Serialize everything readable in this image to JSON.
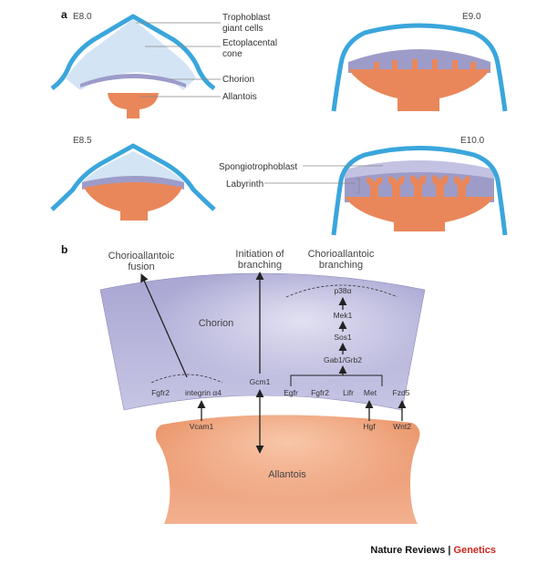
{
  "panel_a": {
    "letter": "a",
    "stages": {
      "e80": "E8.0",
      "e85": "E8.5",
      "e90": "E9.0",
      "e100": "E10.0"
    },
    "labels": {
      "trophoblast_1": "Trophoblast",
      "trophoblast_2": "giant cells",
      "ectoplacental_1": "Ectoplacental",
      "ectoplacental_2": "cone",
      "chorion": "Chorion",
      "allantois": "Allantois",
      "spongiotrophoblast": "Spongiotrophoblast",
      "labyrinth": "Labyrinth"
    }
  },
  "panel_b": {
    "letter": "b",
    "fusion_1": "Chorioallantoic",
    "fusion_2": "fusion",
    "initiation_1": "Initiation of",
    "initiation_2": "branching",
    "branching_1": "Chorioallantoic",
    "branching_2": "branching",
    "chorion": "Chorion",
    "allantois": "Allantois",
    "genes": {
      "p38": "p38α",
      "mek1": "Mek1",
      "sos1": "Sos1",
      "gab1": "Gab1/Grb2",
      "fgfr2_left": "Fgfr2",
      "integrin": "integrin α4",
      "gcm1": "Gcm1",
      "egfr": "Egfr",
      "fgfr2_right": "Fgfr2",
      "lifr": "Lifr",
      "met": "Met",
      "fzd5": "Fzd5",
      "vcam1": "Vcam1",
      "hgf": "Hgf",
      "wnt2": "Wnt2"
    }
  },
  "credit": {
    "journal": "Nature Reviews",
    "separator": " | ",
    "section": "Genetics"
  },
  "colors": {
    "trophoblast_line": "#3aa6dc",
    "ectoplacental_fill": "#d3e4f5",
    "chorion_fill": "#9d9cc9",
    "allantois_fill": "#e9875a",
    "genetics_red": "#d0261d"
  }
}
